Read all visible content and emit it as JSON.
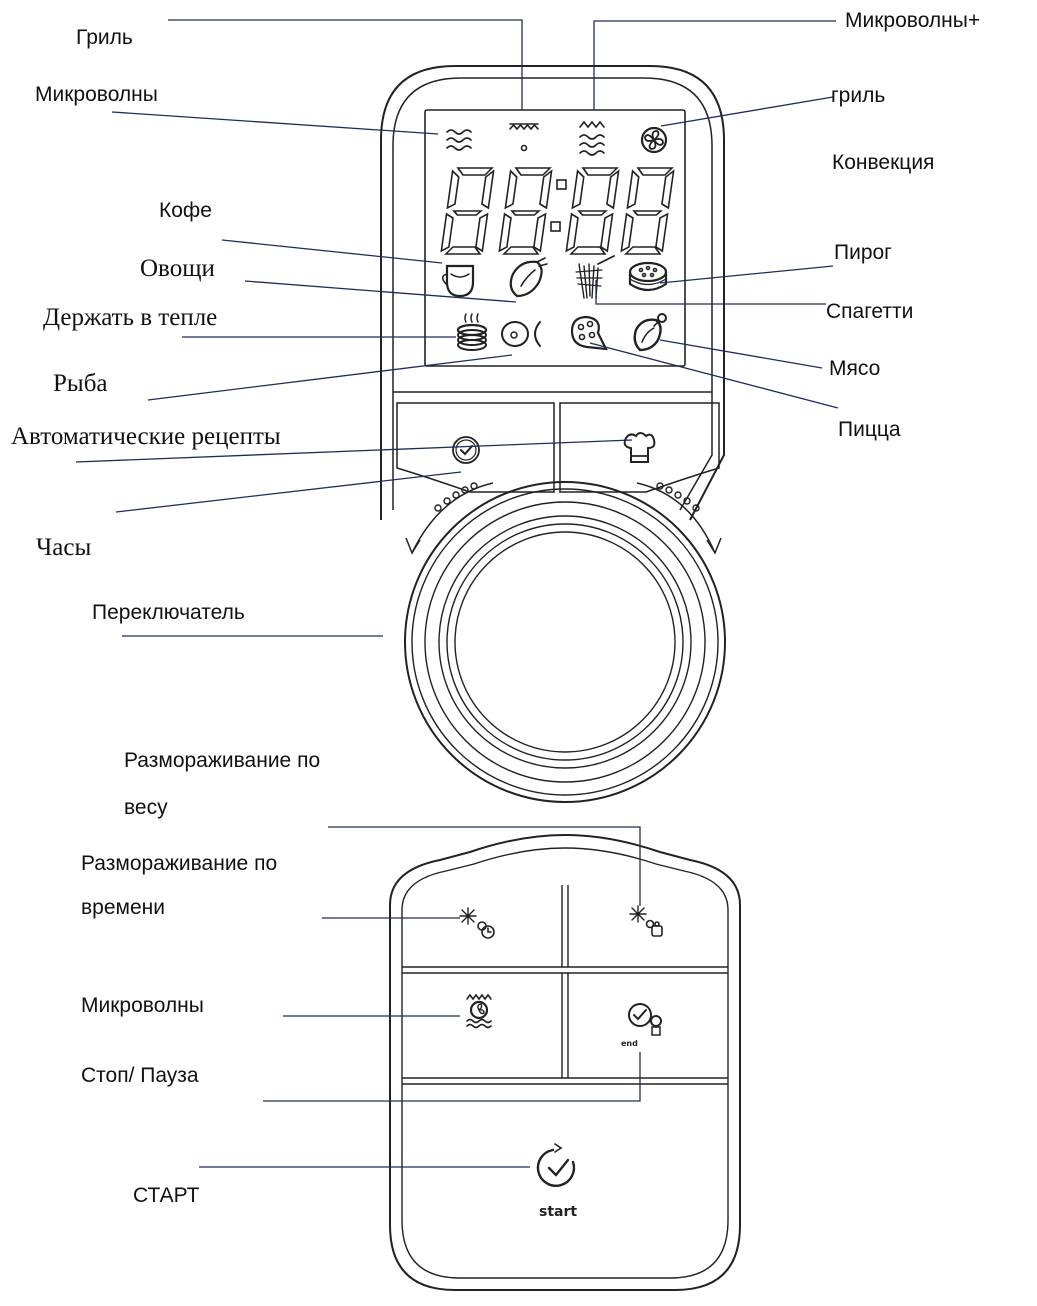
{
  "labels": {
    "grill": "Гриль",
    "micro_grill_1": "Микроволны+",
    "micro_grill_2": "гриль",
    "microwave_top": "Микроволны",
    "convection": "Конвекция",
    "coffee": "Кофе",
    "vegetables": "Овощи",
    "cake": "Пирог",
    "keep_warm": "Держать в тепле",
    "spaghetti": "Спагетти",
    "fish": "Рыба",
    "meat": "Мясо",
    "auto_recipes": "Автоматические рецепты",
    "pizza": "Пицца",
    "clock": "Часы",
    "dial": "Переключатель",
    "defrost_weight_1": "Размораживание по",
    "defrost_weight_2": "весу",
    "defrost_time_1": "Размораживание по",
    "defrost_time_2": "времени",
    "microwave_btn": "Микроволны",
    "stop_pause": "Стоп/ Пауза",
    "start": "СТАРТ"
  },
  "panel": {
    "button_start_text": "start",
    "button_end_text": "end"
  },
  "icons": [
    "microwave-icon",
    "grill-icon",
    "microwave-grill-icon",
    "convection-icon",
    "coffee-icon",
    "vegetables-icon",
    "spaghetti-icon",
    "cake-icon",
    "keep-warm-icon",
    "fish-icon",
    "pizza-icon",
    "meat-icon",
    "clock-icon",
    "chef-hat-icon",
    "defrost-time-icon",
    "defrost-weight-icon",
    "microwave-button-icon",
    "stop-pause-icon",
    "start-icon"
  ],
  "colors": {
    "outline": "#222222",
    "leader_line": "#1f2d5a",
    "text": "#111111"
  }
}
